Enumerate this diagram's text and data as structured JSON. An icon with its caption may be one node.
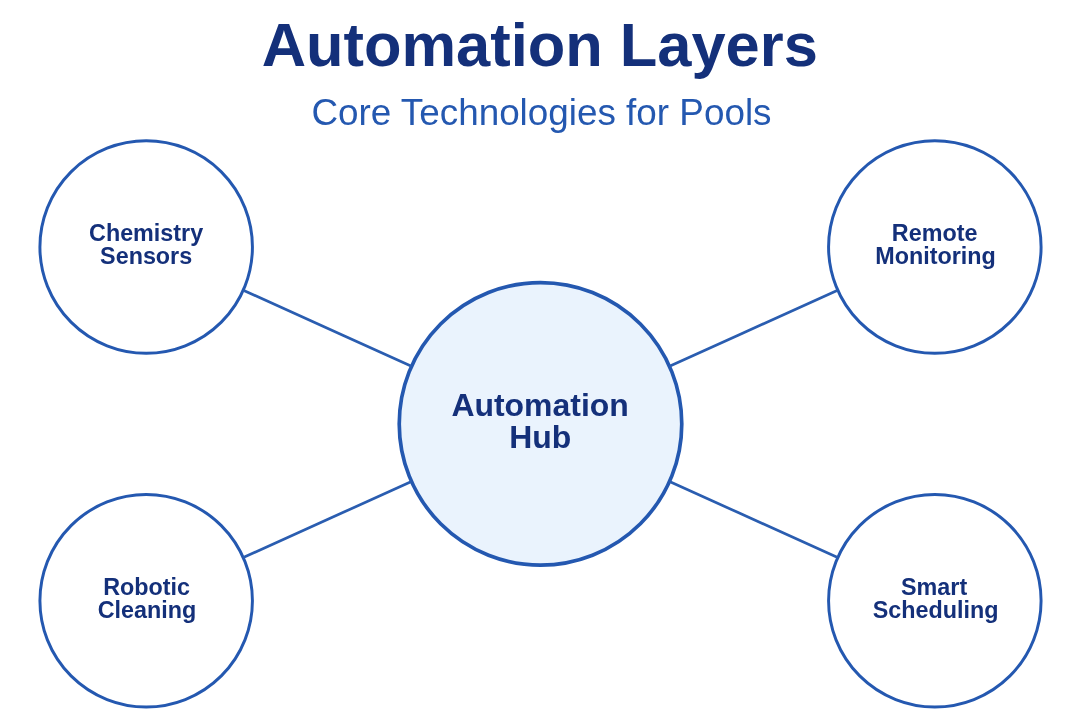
{
  "diagram": {
    "title": "Automation Layers",
    "nodes": [
      {
        "text": [
          "Chemistry Sensors"
        ]
      },
      {
        "text": [
          "Remote Monitoring"
        ]
      },
      {
        "text": [
          "Automation Hub"
        ]
      },
      {
        "text": [
          "Robotic Cleaning"
        ]
      },
      {
        "text": [
          "Smart Scheduling"
        ]
      }
    ],
    "edges": [
      {
        "from": 0,
        "to": 2,
        "arrow": "none"
      },
      {
        "from": 2,
        "to": 1,
        "arrow": "none"
      },
      {
        "from": 3,
        "to": 2,
        "arrow": "none"
      },
      {
        "from": 2,
        "to": 4,
        "arrow": "none"
      }
    ],
    "labels": [
      "Core Technologies for Pools"
    ]
  }
}
